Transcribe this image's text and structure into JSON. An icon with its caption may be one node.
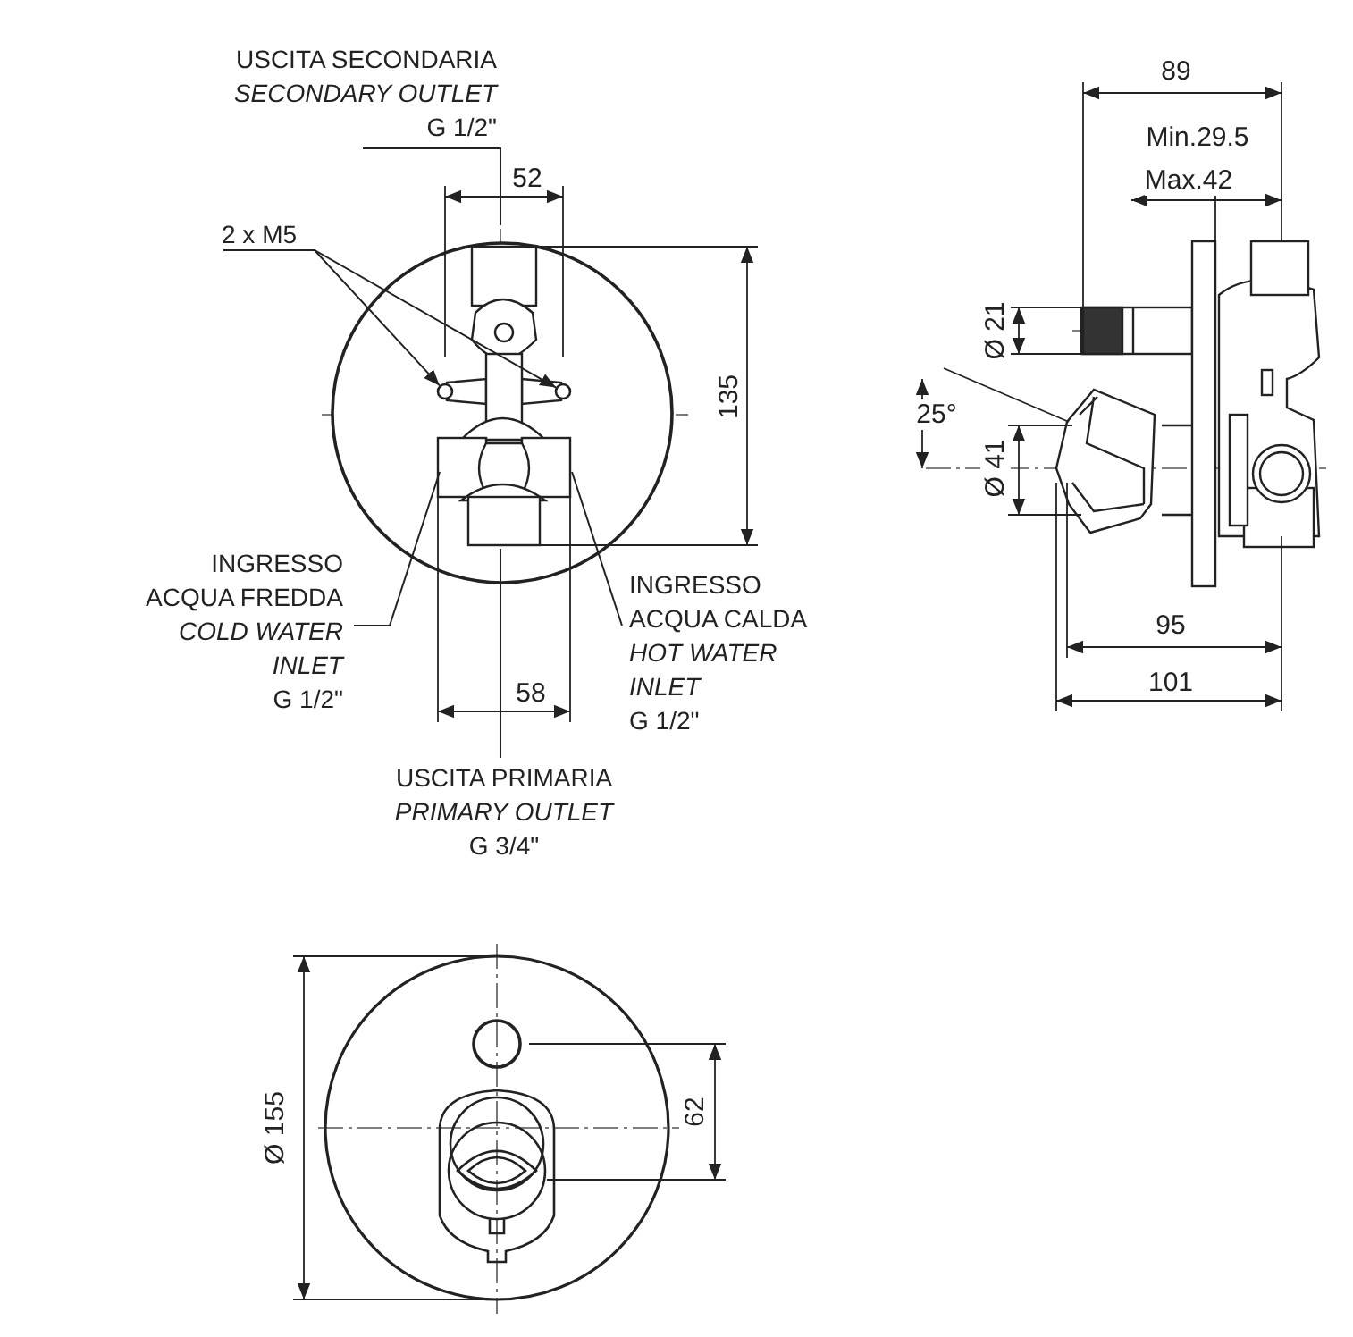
{
  "diagram": {
    "nodes": [
      {
        "text": [
          "USCITA SECONDARIA",
          "SECONDARY OUTLET",
          "G 1/2\""
        ]
      },
      {
        "text": [
          "2 x M5"
        ]
      },
      {
        "text": [],
        "shape": "circle"
      },
      {
        "text": [],
        "shape": "circle"
      },
      {
        "text": [
          "INGRESSO ACQUA FREDDA",
          "COLD WATER INLET",
          "G 1/2\""
        ]
      },
      {
        "text": [
          "INGRESSO ACQUA CALDA",
          "HOT WATER INLET",
          "G 1/2\""
        ]
      },
      {
        "text": [
          "USCITA PRIMARIA",
          "PRIMARY OUTLET",
          "G 3/4\""
        ]
      }
    ],
    "edges": [
      {
        "from": 0,
        "to": null,
        "arrow": "none"
      },
      {
        "from": 1,
        "to": 2,
        "arrow": "to"
      },
      {
        "from": 1,
        "to": 3,
        "arrow": "to"
      },
      {
        "from": 4,
        "to": null,
        "arrow": "none"
      },
      {
        "from": 5,
        "to": null,
        "arrow": "none"
      },
      {
        "from": 6,
        "to": null,
        "arrow": "none"
      }
    ],
    "labels": [
      "52",
      "135",
      "58",
      "89",
      "Min.29.5",
      "Max.42",
      "Ø 21",
      "25°",
      "Ø 41",
      "95",
      "101",
      "Ø 155",
      "62"
    ]
  }
}
